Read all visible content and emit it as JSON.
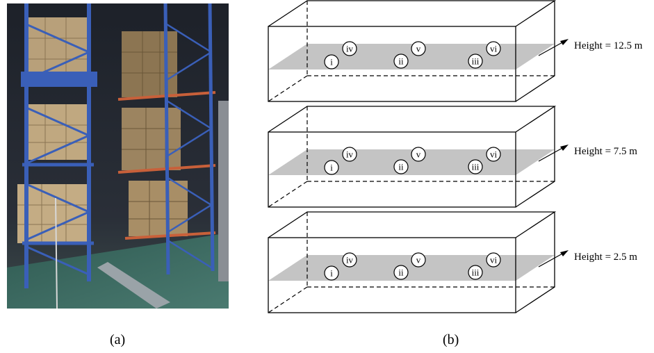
{
  "panels": {
    "a": {
      "caption": "(a)"
    },
    "b": {
      "caption": "(b)",
      "levels": [
        {
          "height_label": "Height = 12.5 m"
        },
        {
          "height_label": "Height = 7.5 m"
        },
        {
          "height_label": "Height = 2.5 m"
        }
      ],
      "points": [
        "i",
        "ii",
        "iii",
        "iv",
        "v",
        "vi"
      ]
    }
  },
  "colors": {
    "plane": "#c4c4c4",
    "line": "#000000",
    "rack_blue": "#3a5fb8",
    "rack_orange": "#c8603a",
    "box": "#b09468",
    "floor": "#2f5a52"
  }
}
